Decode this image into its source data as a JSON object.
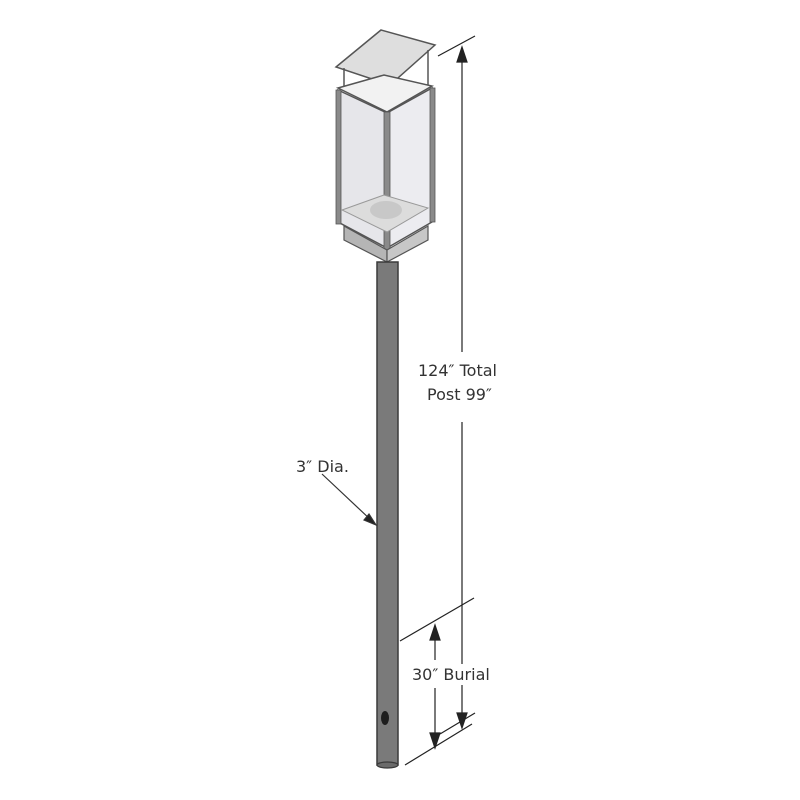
{
  "diagram": {
    "subject": "Lamp post with lantern head",
    "labels": {
      "total_height": "124″ Total",
      "post_height": "Post 99″",
      "diameter": "3″ Dia.",
      "burial": "30″ Burial"
    },
    "colors": {
      "post": "#7a7a7a",
      "post_outline": "#3a3a3a",
      "cap": "#dcdcdc",
      "frame": "#8a8a8a",
      "glass": "#e8e8ec",
      "dimension_line": "#222222"
    }
  }
}
